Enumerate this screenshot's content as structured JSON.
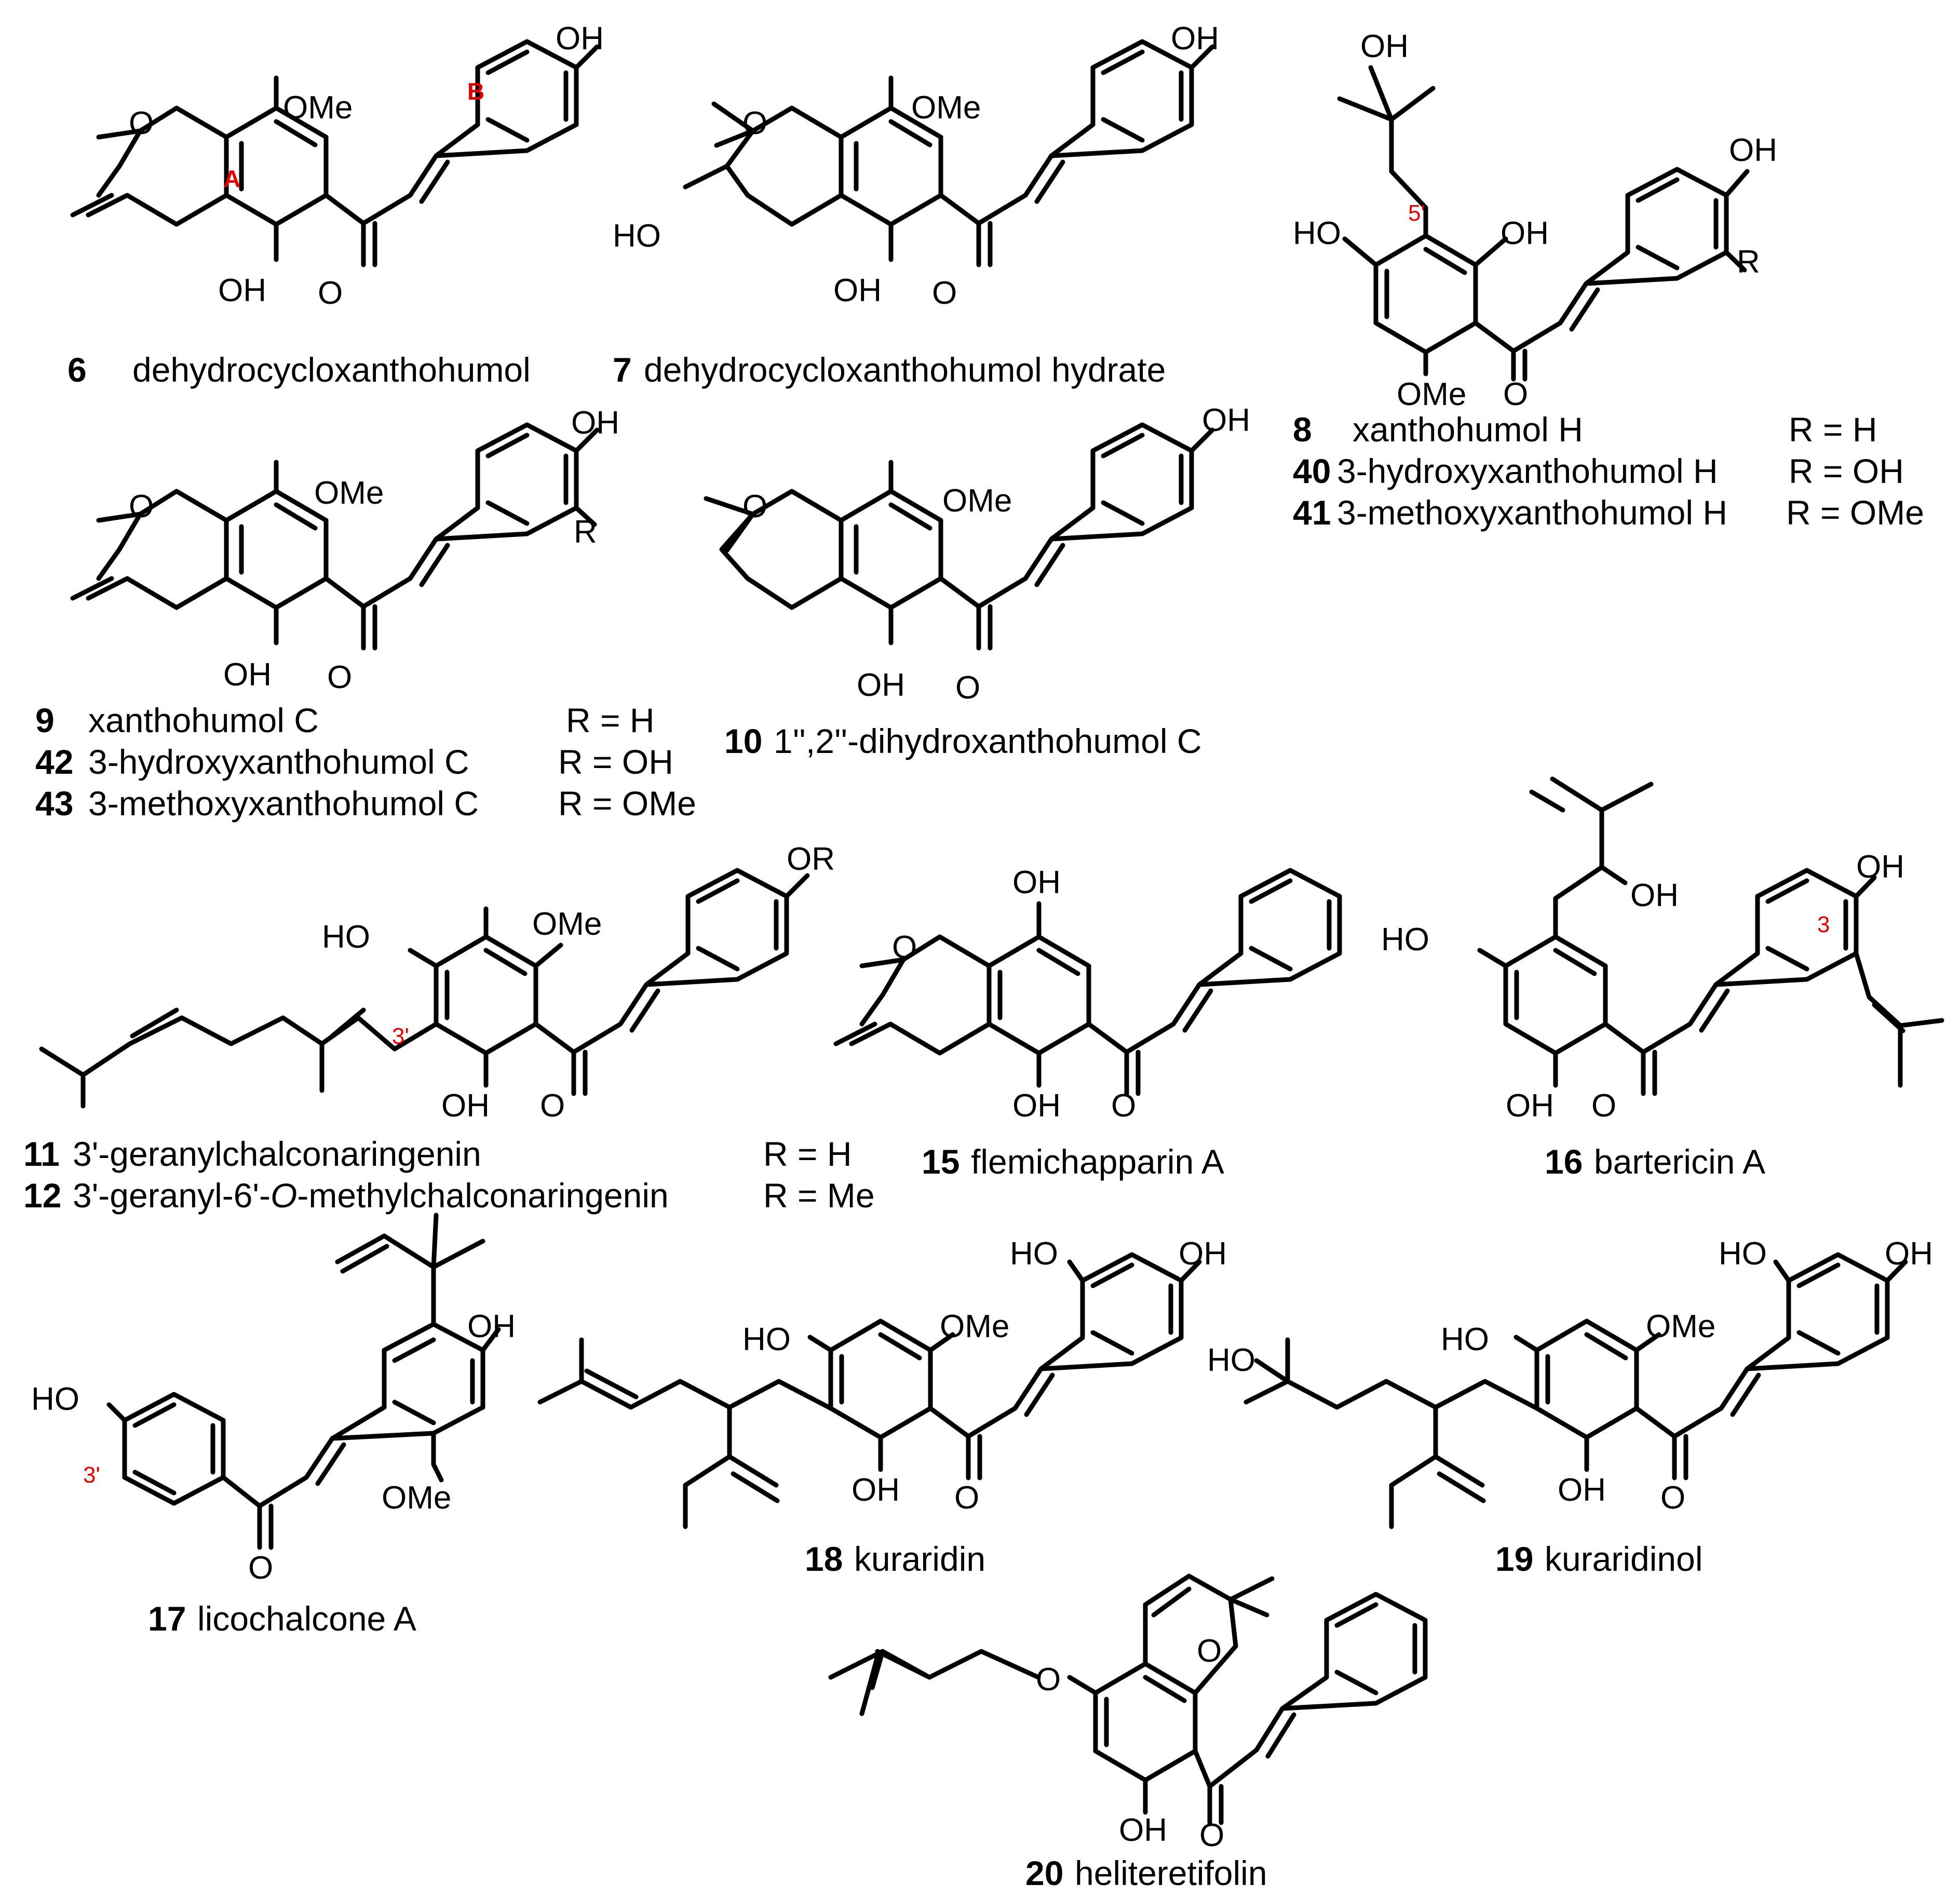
{
  "atoms": {
    "oh": "OH",
    "ho": "HO",
    "ome": "OMe",
    "o": "O",
    "or": "OR",
    "r": "R"
  },
  "ring_labels": {
    "a": "A",
    "b": "B",
    "p5": "5'",
    "p3": "3'",
    "n3": "3"
  },
  "compounds": {
    "c6": {
      "num": "6",
      "name": "dehydrocycloxanthohumol"
    },
    "c7": {
      "num": "7",
      "name": "dehydrocycloxanthohumol hydrate"
    },
    "c8": {
      "num": "8",
      "name": "xanthohumol H",
      "r": "R = H"
    },
    "c40": {
      "num": "40",
      "name": "3-hydroxyxanthohumol H",
      "r": "R = OH"
    },
    "c41": {
      "num": "41",
      "name": "3-methoxyxanthohumol H",
      "r": "R = OMe"
    },
    "c9": {
      "num": "9",
      "name": "xanthohumol C",
      "r": "R = H"
    },
    "c42": {
      "num": "42",
      "name": "3-hydroxyxanthohumol C",
      "r": "R = OH"
    },
    "c43": {
      "num": "43",
      "name": "3-methoxyxanthohumol C",
      "r": "R = OMe"
    },
    "c10": {
      "num": "10",
      "name": "1'',2''-dihydroxanthohumol C"
    },
    "c11": {
      "num": "11",
      "name": "3'-geranylchalconaringenin",
      "r": "R = H"
    },
    "c12": {
      "num": "12",
      "name_pre": "3'-geranyl-6'-",
      "name_it": "O",
      "name_post": "-methylchalconaringenin",
      "r": "R = Me"
    },
    "c15": {
      "num": "15",
      "name": "flemichapparin A"
    },
    "c16": {
      "num": "16",
      "name": "bartericin A"
    },
    "c17": {
      "num": "17",
      "name": "licochalcone A"
    },
    "c18": {
      "num": "18",
      "name": "kuraridin"
    },
    "c19": {
      "num": "19",
      "name": "kuraridinol"
    },
    "c20": {
      "num": "20",
      "name": "heliteretifolin"
    }
  }
}
